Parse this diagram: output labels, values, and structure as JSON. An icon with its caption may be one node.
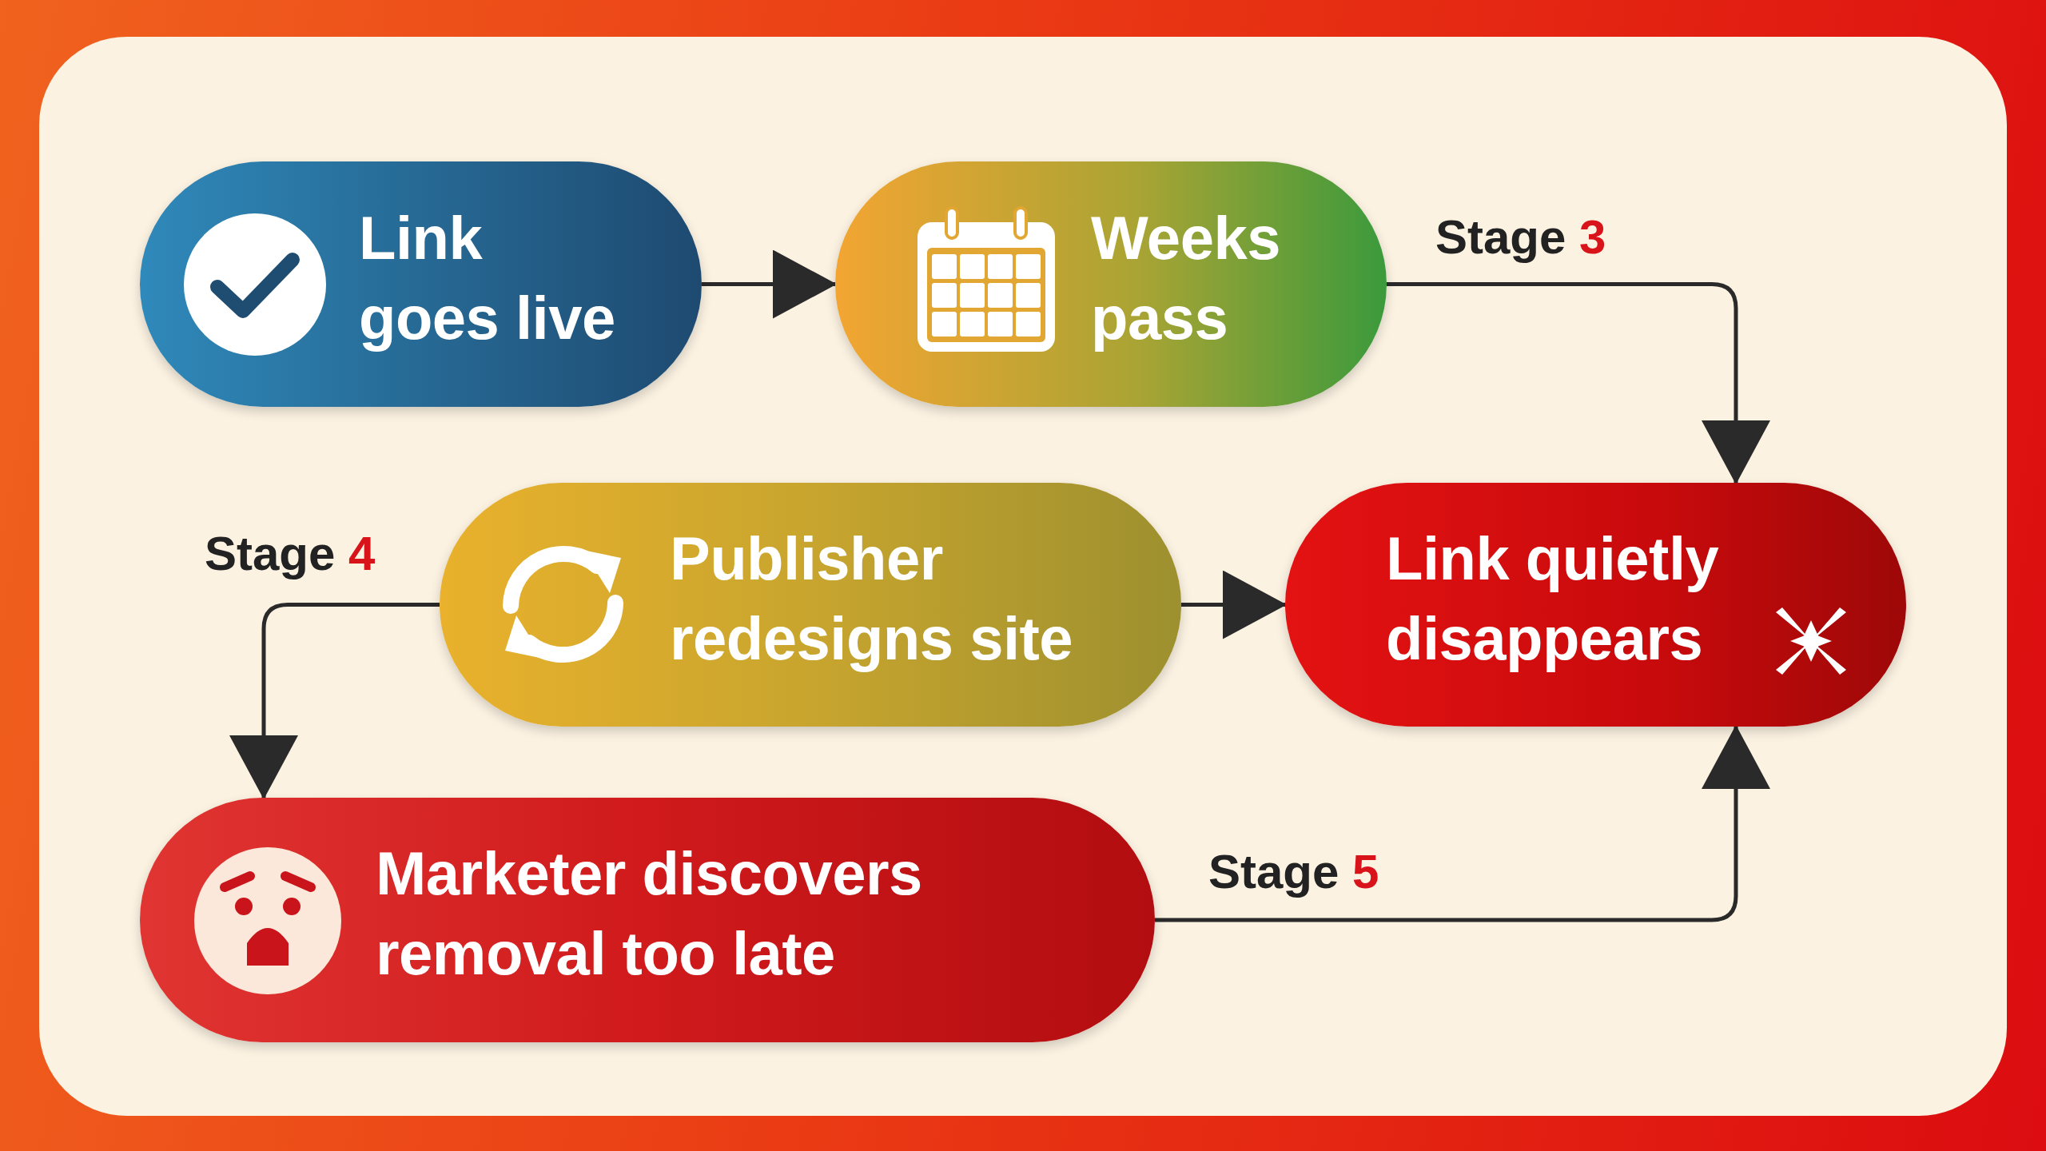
{
  "diagram": {
    "nodes": [
      {
        "text": [
          "Link goes live"
        ]
      },
      {
        "text": [
          "Weeks pass"
        ]
      },
      {
        "text": [
          "Publisher redesigns site"
        ]
      },
      {
        "text": [
          "Link quietly disappears"
        ]
      },
      {
        "text": [
          "Marketer discovers removal too late"
        ]
      }
    ],
    "edges": [
      {
        "from": 0,
        "to": 1,
        "arrow": "to"
      },
      {
        "from": 1,
        "to": 3,
        "arrow": "to",
        "label": "Stage **3**"
      },
      {
        "from": 2,
        "to": 3,
        "arrow": "to"
      },
      {
        "from": 2,
        "to": 4,
        "arrow": "to",
        "label": "Stage **4**"
      },
      {
        "from": 4,
        "to": 3,
        "arrow": "to",
        "label": "Stage **5**"
      }
    ]
  }
}
